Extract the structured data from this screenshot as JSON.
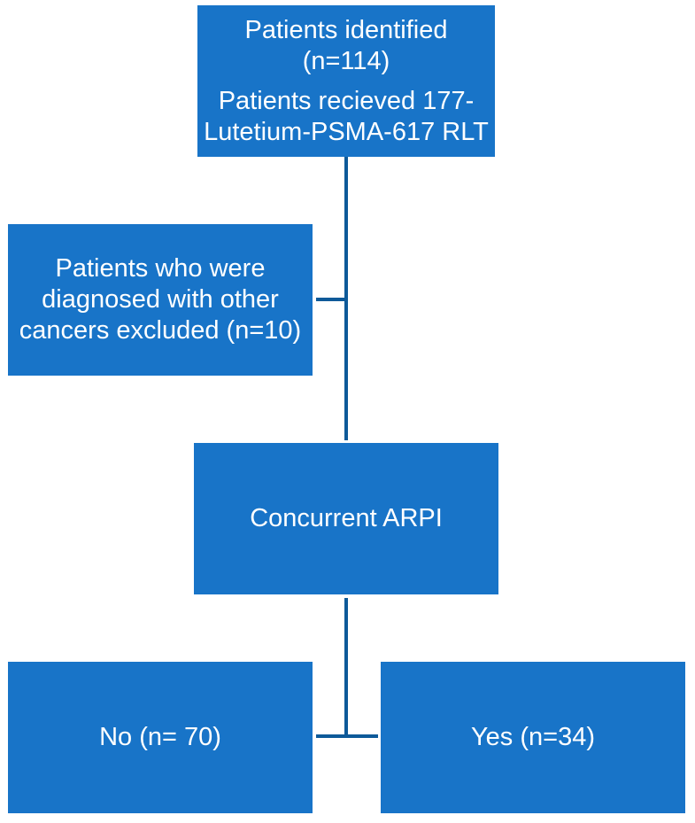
{
  "flowchart": {
    "top_box": {
      "lines_a": [
        "Patients identified",
        "(n=114)"
      ],
      "lines_b": [
        "Patients recieved 177-",
        "Lutetium-PSMA-617 RLT"
      ]
    },
    "excluded_box": {
      "lines": [
        "Patients who were",
        "diagnosed with other",
        "cancers excluded (n=10)"
      ]
    },
    "middle_box": {
      "label": "Concurrent ARPI"
    },
    "no_box": {
      "label": "No (n= 70)"
    },
    "yes_box": {
      "label": "Yes (n=34)"
    },
    "colors": {
      "box_fill": "#1874c8",
      "connector": "#0e5a99",
      "text": "#ffffff"
    }
  }
}
